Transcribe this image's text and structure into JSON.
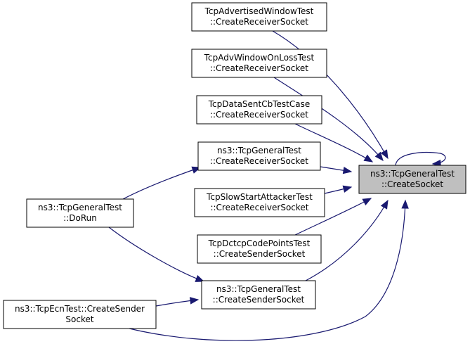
{
  "nodes": [
    {
      "id": "n1",
      "lines": [
        "TcpAdvertisedWindowTest",
        "::CreateReceiverSocket"
      ]
    },
    {
      "id": "n2",
      "lines": [
        "TcpAdvWindowOnLossTest",
        "::CreateReceiverSocket"
      ]
    },
    {
      "id": "n3",
      "lines": [
        "TcpDataSentCbTestCase",
        "::CreateReceiverSocket"
      ]
    },
    {
      "id": "n4",
      "lines": [
        "ns3::TcpGeneralTest",
        "::CreateReceiverSocket"
      ]
    },
    {
      "id": "n5",
      "lines": [
        "TcpSlowStartAttackerTest",
        "::CreateReceiverSocket"
      ]
    },
    {
      "id": "n6",
      "lines": [
        "TcpDctcpCodePointsTest",
        "::CreateSenderSocket"
      ]
    },
    {
      "id": "n7",
      "lines": [
        "ns3::TcpGeneralTest",
        "::CreateSenderSocket"
      ]
    },
    {
      "id": "n8",
      "lines": [
        "ns3::TcpGeneralTest",
        "::DoRun"
      ]
    },
    {
      "id": "n9",
      "lines": [
        "ns3::TcpEcnTest::CreateSender",
        "Socket"
      ]
    },
    {
      "id": "n10",
      "lines": [
        "ns3::TcpGeneralTest",
        "::CreateSocket"
      ],
      "highlight": true
    }
  ],
  "edges": [
    {
      "from": "n10",
      "to": "n10"
    },
    {
      "from": "n1",
      "to": "n10"
    },
    {
      "from": "n2",
      "to": "n10"
    },
    {
      "from": "n3",
      "to": "n10"
    },
    {
      "from": "n4",
      "to": "n10"
    },
    {
      "from": "n5",
      "to": "n10"
    },
    {
      "from": "n6",
      "to": "n10"
    },
    {
      "from": "n7",
      "to": "n10"
    },
    {
      "from": "n9",
      "to": "n10"
    },
    {
      "from": "n8",
      "to": "n4"
    },
    {
      "from": "n8",
      "to": "n7"
    },
    {
      "from": "n9",
      "to": "n7"
    }
  ],
  "colors": {
    "edge": "#191970",
    "highlight_fill": "#bfbfbf"
  }
}
